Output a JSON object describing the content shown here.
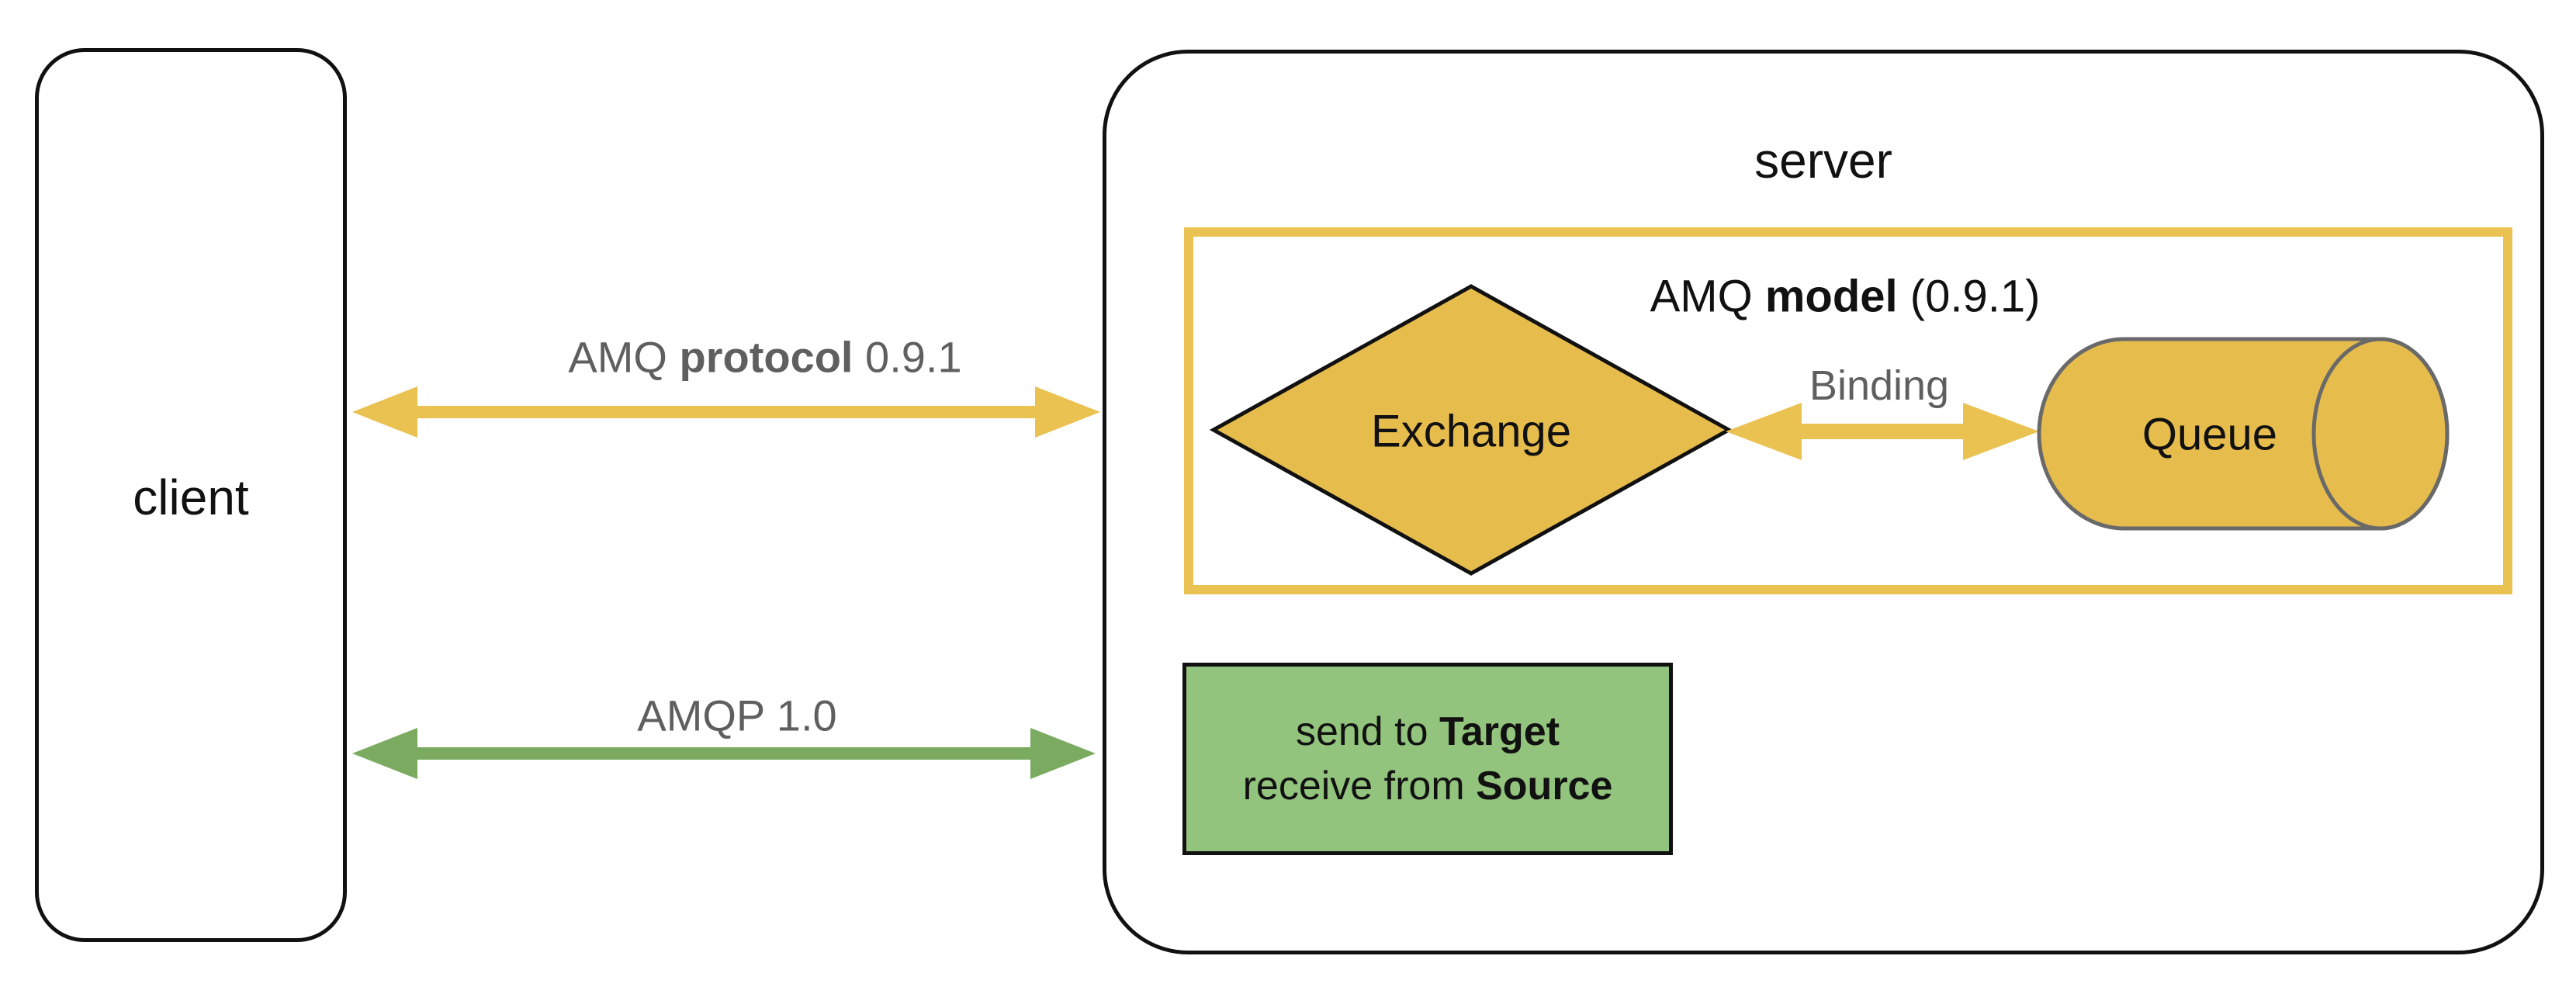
{
  "colors": {
    "yellow": "#EAC251",
    "yellow_fill": "#E6BC4C",
    "green_arrow": "#7AAB60",
    "green_fill": "#93C47D",
    "stroke_dark": "#111111",
    "stroke_gray": "#696969",
    "text_gray": "#5F5F5F",
    "text_black": "#111111"
  },
  "client": {
    "label": "client"
  },
  "server": {
    "label": "server",
    "amq_model": {
      "title_prefix": "AMQ ",
      "title_bold": "model",
      "title_suffix": " (0.9.1)",
      "exchange_label": "Exchange",
      "binding_label": "Binding",
      "queue_label": "Queue"
    },
    "amqp_semantics": {
      "line1_text": "send to ",
      "line1_bold": "Target",
      "line2_text": "receive from ",
      "line2_bold": "Source"
    }
  },
  "connections": {
    "amq_protocol": {
      "label_prefix": "AMQ ",
      "label_bold": "protocol",
      "label_suffix": " 0.9.1"
    },
    "amqp_1_0": {
      "label": "AMQP 1.0"
    }
  }
}
